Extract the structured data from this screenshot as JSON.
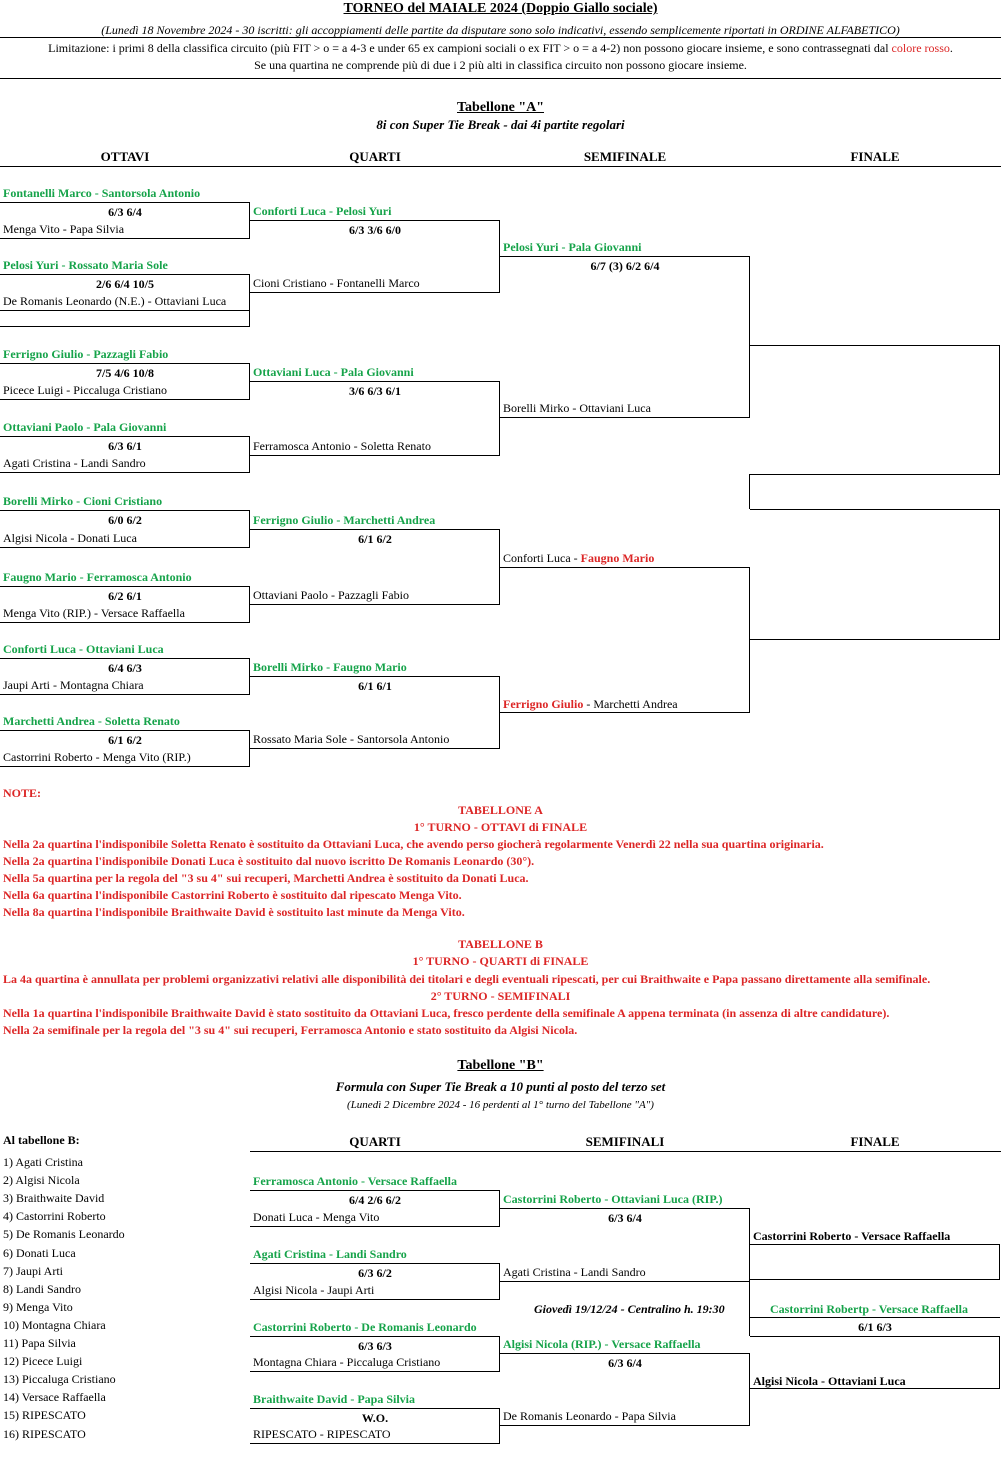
{
  "header": {
    "title": "TORNEO del MAIALE  2024 (Doppio Giallo sociale)",
    "subtitle": "(Lunedì 18 Novembre 2024 - 30 iscritti: gli accoppiamenti delle partite da disputare sono solo indicativi, essendo semplicemente riportati in ORDINE ALFABETICO)",
    "limit1_prefix": "Limitazione: i primi 8 della classifica circuito (più FIT > o = a 4-3 e under 65 ex campioni sociali o ex FIT > o = a 4-2) non possono giocare insieme, e sono contrassegnati dal ",
    "limit1_red": "colore rosso",
    "limit1_suffix": ".",
    "limit2": "Se una quartina ne comprende più di due i 2 più alti in classifica circuito non possono giocare insieme."
  },
  "tab_a": {
    "title": "Tabellone \"A\"",
    "subtitle": "8i con Super Tie Break - dai 4i partite regolari",
    "col_ottavi": "OTTAVI",
    "col_quarti": "QUARTI",
    "col_semi": "SEMIFINALE",
    "col_finale": "FINALE",
    "r16": [
      {
        "winner": "Fontanelli Marco - Santorsola Antonio",
        "score": "6/3  6/4",
        "loser": "Menga Vito - Papa Silvia"
      },
      {
        "winner": "Pelosi Yuri - Rossato Maria Sole",
        "score": "2/6  6/4  10/5",
        "loser": "De Romanis Leonardo (N.E.) - Ottaviani Luca"
      },
      {
        "winner": "Ferrigno Giulio - Pazzagli Fabio",
        "score": "7/5  4/6  10/8",
        "loser": "Picece Luigi - Piccaluga Cristiano"
      },
      {
        "winner": "Ottaviani Paolo - Pala Giovanni",
        "score": "6/3  6/1",
        "loser": "Agati Cristina - Landi Sandro"
      },
      {
        "winner": "Borelli Mirko - Cioni Cristiano",
        "score": "6/0  6/2",
        "loser": "Algisi Nicola - Donati Luca"
      },
      {
        "winner": "Faugno Mario - Ferramosca Antonio",
        "score": "6/2  6/1",
        "loser": "Menga Vito (RIP.) - Versace Raffaella"
      },
      {
        "winner": "Conforti Luca - Ottaviani Luca",
        "score": "6/4  6/3",
        "loser": "Jaupi Arti - Montagna Chiara"
      },
      {
        "winner": "Marchetti Andrea - Soletta Renato",
        "score": "6/1  6/2",
        "loser": "Castorrini Roberto - Menga Vito (RIP.)"
      }
    ],
    "qf": [
      {
        "winner": "Conforti Luca - Pelosi Yuri",
        "score": "6/3  3/6  6/0",
        "loser": "Cioni Cristiano - Fontanelli Marco"
      },
      {
        "winner": "Ottaviani Luca - Pala Giovanni",
        "score": "3/6  6/3  6/1",
        "loser": "Ferramosca Antonio  - Soletta Renato"
      },
      {
        "winner": "Ferrigno Giulio - Marchetti Andrea",
        "score": "6/1  6/2",
        "loser": "Ottaviani Paolo - Pazzagli Fabio"
      },
      {
        "winner": "Borelli Mirko - Faugno Mario",
        "score": "6/1  6/1",
        "loser": "Rossato Maria Sole - Santorsola Antonio"
      }
    ],
    "sf": [
      {
        "winner": "Pelosi Yuri - Pala Giovanni",
        "score": "6/7 (3)  6/2  6/4",
        "loser": "Borelli Mirko - Ottaviani Luca"
      },
      {
        "pair1_black": "Conforti Luca - ",
        "pair1_red": "Faugno Mario",
        "pair2_red": "Ferrigno Giulio",
        "pair2_black": " - Marchetti Andrea"
      }
    ]
  },
  "notes": {
    "label": "NOTE:",
    "a_title": "TABELLONE A",
    "a_turn": "1° TURNO - OTTAVI di FINALE",
    "a_lines": [
      "Nella 2a quartina l'indisponibile Soletta Renato è sostituito da Ottaviani Luca, che avendo perso giocherà regolarmente Venerdì 22 nella sua quartina originaria.",
      "Nella 2a quartina l'indisponibile Donati Luca è sostituito dal nuovo iscritto De Romanis Leonardo (30°).",
      "Nella 5a quartina per la regola del \"3 su 4\" sui recuperi, Marchetti Andrea è sostituito da Donati Luca.",
      "Nella 6a quartina l'indisponibile Castorrini Roberto è sostituito dal ripescato Menga Vito.",
      "Nella 8a quartina l'indisponibile Braithwaite David è sostituito last minute da Menga Vito."
    ],
    "b_title": "TABELLONE B",
    "b_turn1": "1° TURNO - QUARTI di FINALE",
    "b_line1": "La 4a quartina è annullata per problemi organizzativi relativi alle disponibilità dei titolari e degli eventuali ripescati, per cui Braithwaite e Papa passano direttamente alla semifinale.",
    "b_turn2": "2° TURNO - SEMIFINALI",
    "b_line2": "Nella 1a quartina l'indisponibile Braithwaite David è stato sostituito da Ottaviani Luca, fresco perdente della semifinale A appena terminata (in assenza di altre candidature).",
    "b_line3": "Nella 2a semifinale per la regola del \"3 su 4\" sui recuperi, Ferramosca Antonio e stato sostituito da Algisi Nicola."
  },
  "tab_b": {
    "title": "Tabellone \"B\"",
    "subtitle": "Formula con Super Tie Break a 10 punti al posto del terzo set",
    "note": "(Lunedì 2 Dicembre 2024 - 16 perdenti al 1° turno del Tabellone \"A\")",
    "list_title": "Al tabellone B:",
    "players": [
      "1) Agati Cristina",
      "2) Algisi Nicola",
      "3) Braithwaite David",
      "4) Castorrini Roberto",
      "5) De Romanis Leonardo",
      "6) Donati Luca",
      "7) Jaupi Arti",
      "8) Landi Sandro",
      "9) Menga Vito",
      "10) Montagna Chiara",
      "11) Papa Silvia",
      "12) Picece Luigi",
      "13) Piccaluga Cristiano",
      "14) Versace Raffaella",
      "15) RIPESCATO",
      "16) RIPESCATO"
    ],
    "col_quarti": "QUARTI",
    "col_semi": "SEMIFINALI",
    "col_finale": "FINALE",
    "qf": [
      {
        "winner": "Ferramosca Antonio - Versace Raffaella",
        "score": "6/4  2/6  6/2",
        "loser": "Donati Luca - Menga Vito"
      },
      {
        "winner": "Agati Cristina - Landi Sandro",
        "score": "6/3  6/2",
        "loser": "Algisi Nicola - Jaupi Arti"
      },
      {
        "winner": "Castorrini Roberto - De Romanis Leonardo",
        "score": "6/3  6/3",
        "loser": "Montagna Chiara - Piccaluga Cristiano"
      },
      {
        "winner": "Braithwaite David - Papa Silvia",
        "score": "W.O.",
        "loser": "RIPESCATO - RIPESCATO"
      }
    ],
    "sf": [
      {
        "winner": "Castorrini Roberto - Ottaviani Luca (RIP.)",
        "score": "6/3  6/4",
        "loser": "Agati Cristina - Landi Sandro"
      },
      {
        "winner": "Algisi Nicola (RIP.) - Versace Raffaella",
        "score": "6/3  6/4",
        "loser": "De Romanis Leonardo - Papa Silvia"
      }
    ],
    "final": {
      "pair1": "Castorrini Roberto - Versace Raffaella",
      "schedule": "Giovedì 19/12/24 - Centralino h. 19:30",
      "winner": "Castorrini Robertp - Versace Raffaella",
      "score": "6/1  6/3",
      "pair2": "Algisi Nicola - Ottaviani Luca"
    }
  }
}
